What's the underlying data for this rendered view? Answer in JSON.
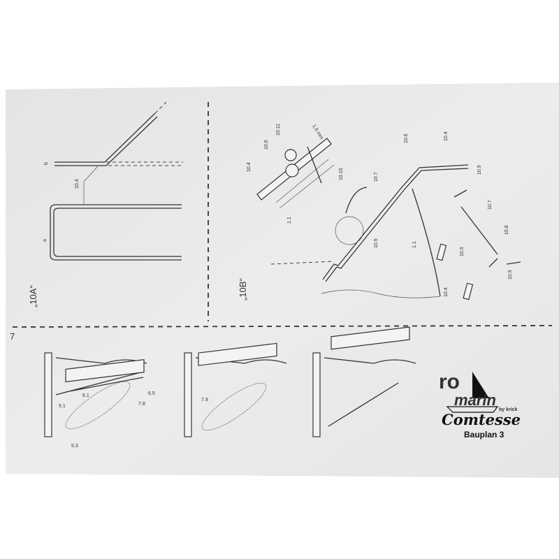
{
  "plan": {
    "view_10a": {
      "title": "„10A“",
      "labels": {
        "b": "b",
        "a": "a",
        "part": "10.4"
      }
    },
    "view_10b": {
      "title": "„10B“",
      "labels": [
        "10.4",
        "10.6",
        "10.11",
        "1,5 mm",
        "10.10",
        "1.1",
        "10.7",
        "10.9",
        "1.1",
        "10.6",
        "10.4",
        "10.9",
        "10.7",
        "10.5",
        "10.8",
        "10.9",
        "10.4"
      ]
    },
    "step_7": {
      "number": "7",
      "labels": [
        "6.1",
        "6.5",
        "5.1",
        "7.8",
        "5.3",
        "7.9"
      ]
    },
    "brand": {
      "logo_ro": "ro",
      "logo_marin": "marin",
      "logo_by": "by krick",
      "model": "Comtesse",
      "sheet": "Bauplan 3"
    }
  },
  "colors": {
    "paper": "#e9e9e9",
    "ink": "#333333",
    "background": "#ffffff"
  }
}
